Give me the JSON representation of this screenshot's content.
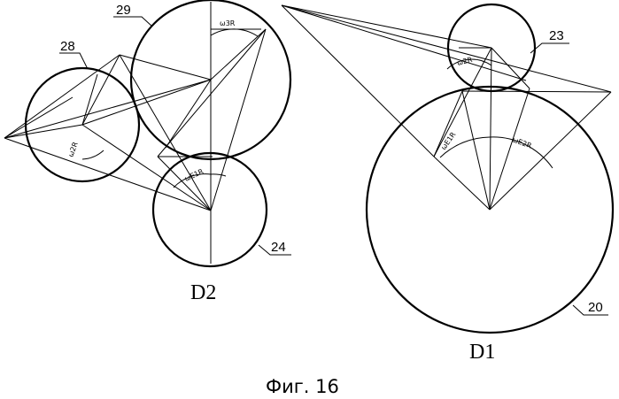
{
  "figure": {
    "caption": "Фиг. 16",
    "diagrams": {
      "left_label": "D2",
      "right_label": "D1"
    },
    "reference_numbers": {
      "n29": "29",
      "n28": "28",
      "n24": "24",
      "n23": "23",
      "n20": "20"
    },
    "angle_labels": {
      "w3R": "ω3R",
      "w2R_left": "ω2R",
      "wE1R_left": "ωE1R",
      "w2R_right": "ω2R",
      "wE1R_right": "ωE1R",
      "wE2R_right": "ωE2R"
    }
  }
}
